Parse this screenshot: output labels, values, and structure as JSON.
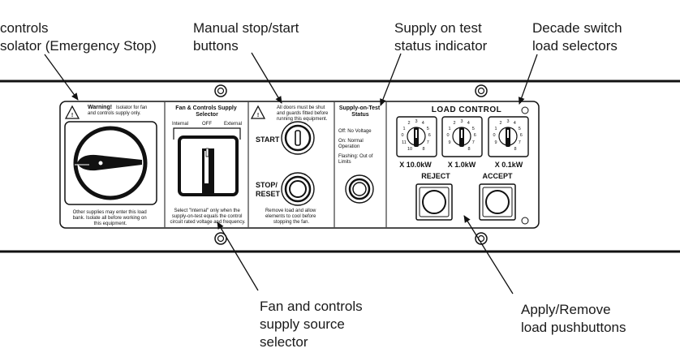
{
  "callouts": {
    "isolator": [
      "controls",
      "solator (Emergency Stop)"
    ],
    "manual": [
      "Manual stop/start",
      "buttons"
    ],
    "supply_test": [
      "Supply on test",
      "status indicator"
    ],
    "decade": [
      "Decade switch",
      "load selectors"
    ],
    "fan": [
      "Fan and controls",
      "supply source",
      "selector"
    ],
    "apply": [
      "Apply/Remove",
      "load pushbuttons"
    ]
  },
  "panel": {
    "warning_title": "Warning!",
    "warning_text": [
      "Isolator for fan",
      "and controls supply only."
    ],
    "isolator_note": [
      "Other supplies may enter this load",
      "bank. Isolate all before working on",
      "this equipment."
    ],
    "fan_title": [
      "Fan & Controls Supply",
      "Selector"
    ],
    "selector_positions": [
      "Internal",
      "OFF",
      "External"
    ],
    "fan_note": [
      "Select \"Internal\" only when the",
      "supply-on-test equals the control",
      "circuit rated voltage and frequency."
    ],
    "fan_warning": [
      "All doors must be shut",
      "and guards fitted before",
      "running this equipment."
    ],
    "start_label": "START",
    "stop_label": [
      "STOP/",
      "RESET"
    ],
    "stop_note": [
      "Remove load and allow",
      "elements to cool before",
      "stopping the fan."
    ],
    "status_title": [
      "Supply-on-Test",
      "Status"
    ],
    "status_lines": [
      "Off: No Voltage",
      "On: Normal",
      "Operation",
      "Flashing: Out of",
      "Limits"
    ],
    "load_control_title": "LOAD CONTROL",
    "dial_labels": [
      "X 10.0kW",
      "X 1.0kW",
      "X 0.1kW"
    ],
    "reject_label": "REJECT",
    "accept_label": "ACCEPT"
  },
  "icons": {
    "warning": "warning-triangle-icon",
    "screw": "screw-icon"
  }
}
